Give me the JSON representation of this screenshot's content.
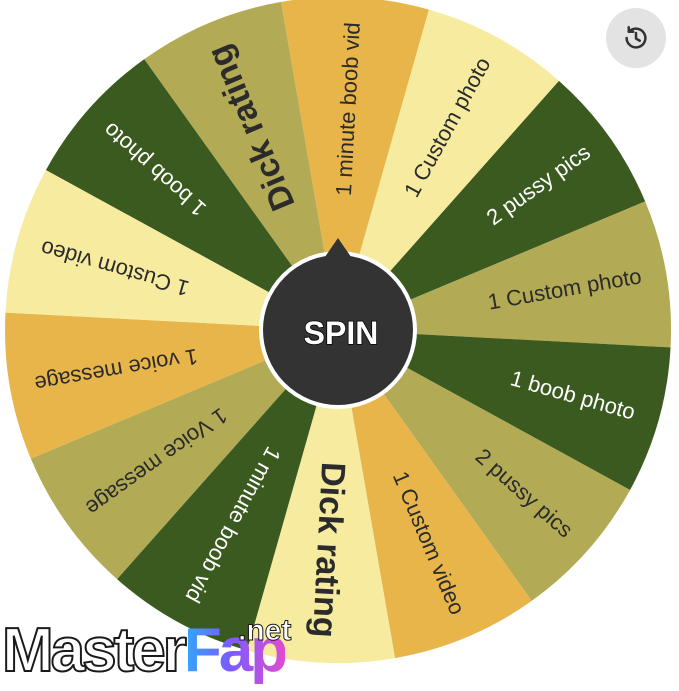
{
  "wheel": {
    "spin_label": "SPIN",
    "segments": [
      {
        "label": "1 minute boob vid",
        "color": "#e8b54a"
      },
      {
        "label": "1 Custom photo",
        "color": "#f6eb9e"
      },
      {
        "label": "2 pussy pics",
        "color": "#3a5a1f"
      },
      {
        "label": "1 Custom photo",
        "color": "#b2aa54"
      },
      {
        "label": "1 boob photo",
        "color": "#3a5a1f"
      },
      {
        "label": "2 pussy pics",
        "color": "#b2aa54"
      },
      {
        "label": "1 Custom video",
        "color": "#e8b54a"
      },
      {
        "label": "Dick rating",
        "color": "#f6eb9e"
      },
      {
        "label": "1 minute boob vid",
        "color": "#3a5a1f"
      },
      {
        "label": "1 Voice message",
        "color": "#b2aa54"
      },
      {
        "label": "1 voice message",
        "color": "#e8b54a"
      },
      {
        "label": "1 Custom video",
        "color": "#f6eb9e"
      },
      {
        "label": "1 boob photo",
        "color": "#3a5a1f"
      },
      {
        "label": "Dick rating",
        "color": "#b2aa54"
      }
    ],
    "colors": {
      "dark_text": "#2b2b2b",
      "light_text": "#ffffff",
      "hub": "#333333"
    }
  },
  "toolbar": {
    "reset_icon": "history-icon"
  },
  "watermark": {
    "part1": "Master",
    "part2": "Fap",
    "suffix": ".net"
  }
}
